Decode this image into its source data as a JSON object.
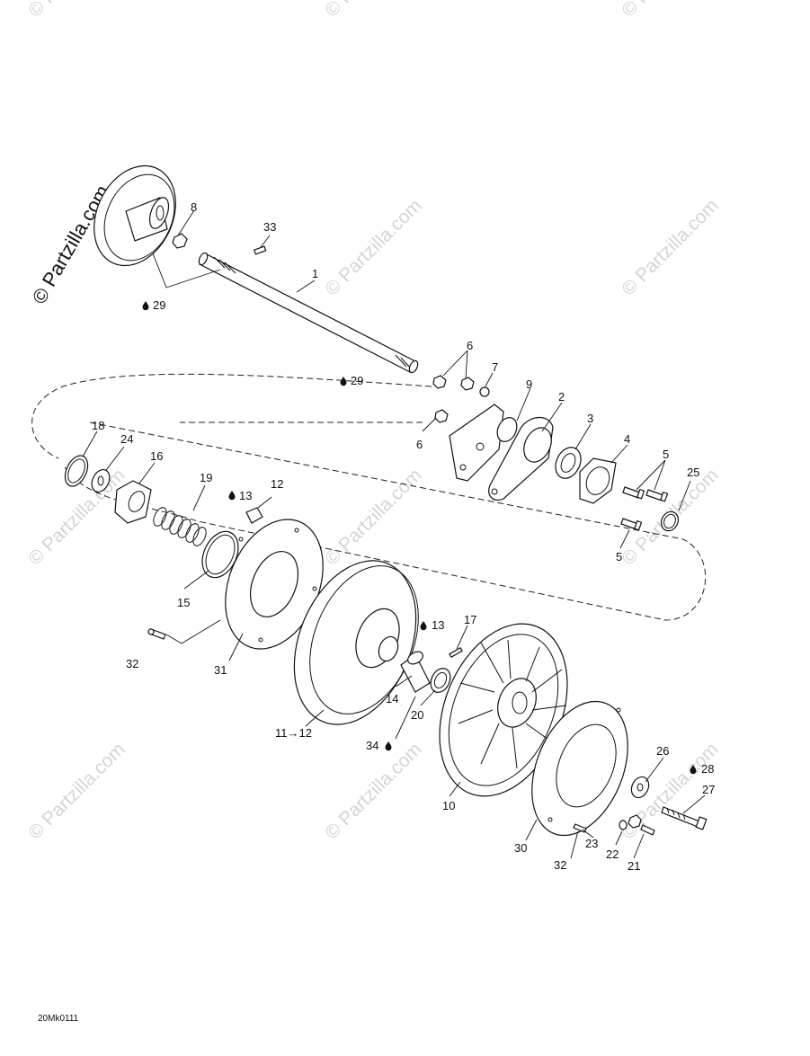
{
  "watermark_text": "© Partzilla.com",
  "drawing_code": "20Mk0111",
  "callouts": {
    "c1": "1",
    "c2": "2",
    "c3": "3",
    "c4": "4",
    "c5a": "5",
    "c5b": "5",
    "c6a": "6",
    "c6b": "6",
    "c7": "7",
    "c8": "8",
    "c9": "9",
    "c10": "10",
    "c11": "11→12",
    "c12": "12",
    "c13a": "13",
    "c13b": "13",
    "c14": "14",
    "c15": "15",
    "c16": "16",
    "c17": "17",
    "c18": "18",
    "c19": "19",
    "c20": "20",
    "c21": "21",
    "c22": "22",
    "c23": "23",
    "c24": "24",
    "c25": "25",
    "c26": "26",
    "c27": "27",
    "c28": "28",
    "c29a": "29",
    "c29b": "29",
    "c30": "30",
    "c31": "31",
    "c32a": "32",
    "c32b": "32",
    "c33": "33",
    "c34": "34"
  }
}
